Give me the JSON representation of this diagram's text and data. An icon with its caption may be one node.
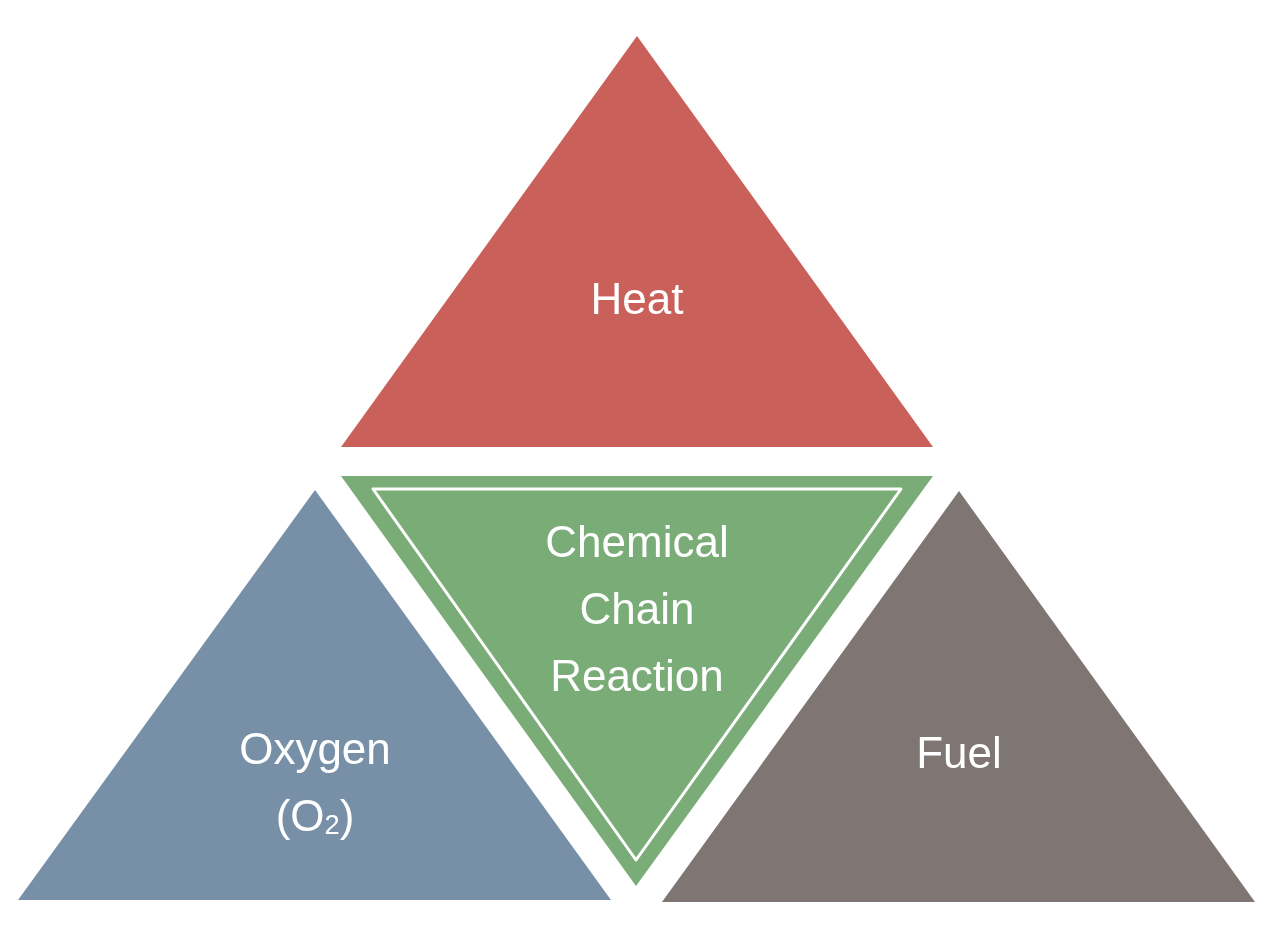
{
  "diagram": {
    "nodes": [
      {
        "text": [
          "Heat"
        ]
      },
      {
        "text": [
          "Oxygen (O$_{2}$)"
        ]
      },
      {
        "text": [
          "Chemical Chain Reaction"
        ]
      },
      {
        "text": [
          "Fuel"
        ]
      }
    ]
  }
}
